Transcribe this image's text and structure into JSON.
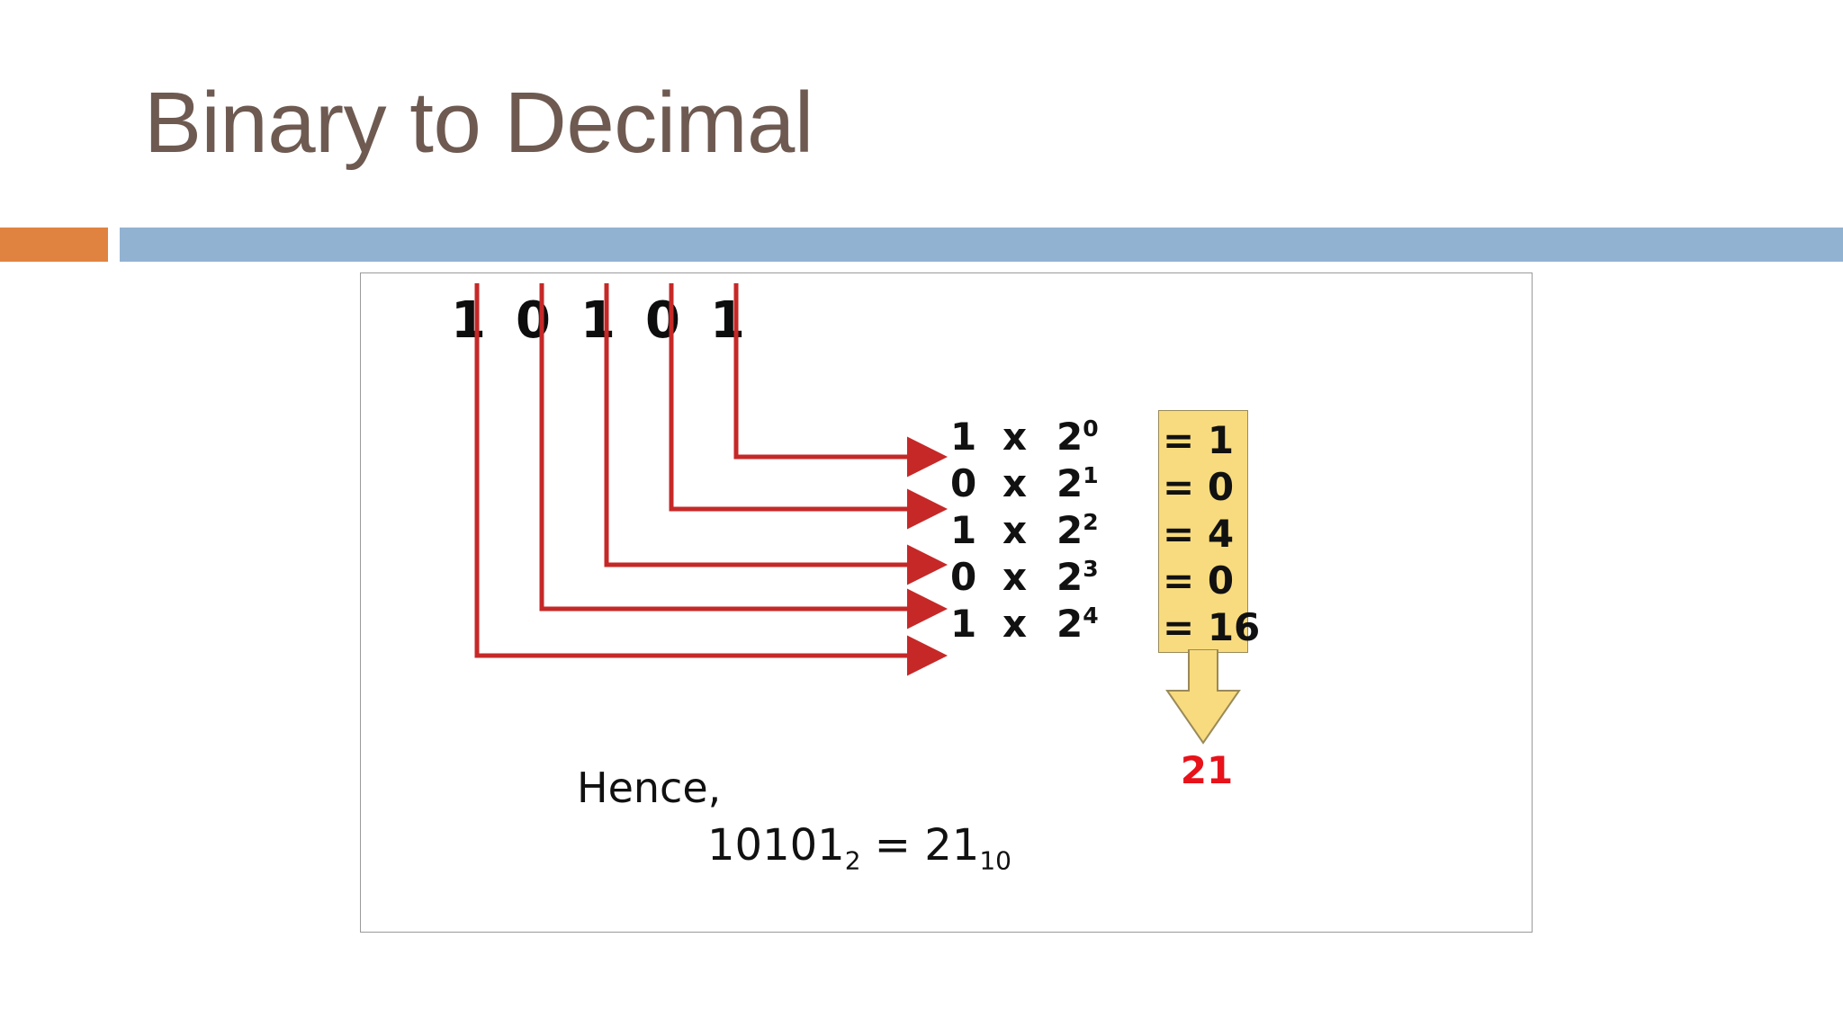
{
  "slide": {
    "title": "Binary to Decimal",
    "accent_orange": "#E08340",
    "accent_blue": "#92B2D2",
    "title_color": "#6E5A51"
  },
  "diagram": {
    "binary_digits": [
      "1",
      "0",
      "1",
      "0",
      "1"
    ],
    "connector_color": "#C62828",
    "rows": [
      {
        "bit": "1",
        "times": "x",
        "base": "2",
        "exponent": "0",
        "result": "= 1"
      },
      {
        "bit": "0",
        "times": "x",
        "base": "2",
        "exponent": "1",
        "result": "= 0"
      },
      {
        "bit": "1",
        "times": "x",
        "base": "2",
        "exponent": "2",
        "result": "= 4"
      },
      {
        "bit": "0",
        "times": "x",
        "base": "2",
        "exponent": "3",
        "result": "= 0"
      },
      {
        "bit": "1",
        "times": "x",
        "base": "2",
        "exponent": "4",
        "result": "= 16"
      }
    ],
    "sum_box_color": "#F8DB7E",
    "total": "21",
    "total_color": "#E8121A",
    "hence_label": "Hence,",
    "final_equation_binary": "10101",
    "final_equation_binary_sub": "2",
    "final_equation_equals": " = ",
    "final_equation_decimal": "21",
    "final_equation_decimal_sub": "10"
  }
}
